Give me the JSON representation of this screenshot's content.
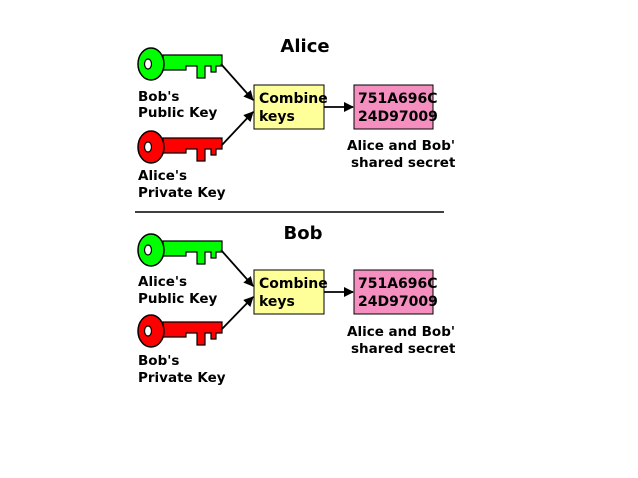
{
  "alice": {
    "title": "Alice",
    "public_key_label": [
      "Bob's",
      "Public Key"
    ],
    "private_key_label": [
      "Alice's",
      "Private Key"
    ],
    "combine_label": [
      "Combine",
      "keys"
    ],
    "secret_value": [
      "751A696C",
      "24D97009"
    ],
    "secret_caption": [
      "Alice and Bob'",
      "shared secret"
    ]
  },
  "bob": {
    "title": "Bob",
    "public_key_label": [
      "Alice's",
      "Public Key"
    ],
    "private_key_label": [
      "Bob's",
      "Private Key"
    ],
    "combine_label": [
      "Combine",
      "keys"
    ],
    "secret_value": [
      "751A696C",
      "24D97009"
    ],
    "secret_caption": [
      "Alice and Bob'",
      "shared secret"
    ]
  },
  "colors": {
    "public_key": "#00ff00",
    "private_key": "#ff0000",
    "combine_box": "#ffff99",
    "secret_box": "#f48fc0",
    "stroke": "#000000"
  }
}
